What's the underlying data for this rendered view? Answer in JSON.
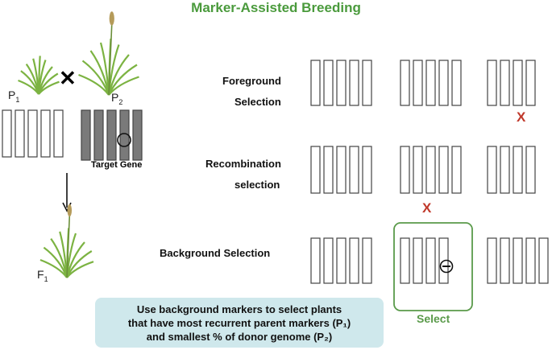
{
  "title": "Marker-Assisted Breeding",
  "colors": {
    "title": "#4a9a3c",
    "select_green": "#5a9a4a",
    "reject_red": "#c0392b",
    "chromosome_fill": "#7a7a7a",
    "chromosome_border": "#444444",
    "note_bg": "#cfe8ec",
    "plant_green": "#7cb342"
  },
  "parents": {
    "p1_label": "P",
    "p1_sub": "1",
    "cross_symbol": "✕",
    "p2_label": "P",
    "p2_sub": "2",
    "target_gene_label": "Target Gene",
    "f1_label": "F",
    "f1_sub": "1"
  },
  "steps": {
    "foreground_line1": "Foreground",
    "foreground_line2": "Selection",
    "recombination_line1": "Recombination",
    "recombination_line2": "selection",
    "background": "Background Selection"
  },
  "reject_symbol": "X",
  "select_label": "Select",
  "note": {
    "line1": "Use background markers to select plants",
    "line2": "that have most recurrent parent markers (P₁)",
    "line3": "and smallest % of donor genome (P₂)"
  }
}
